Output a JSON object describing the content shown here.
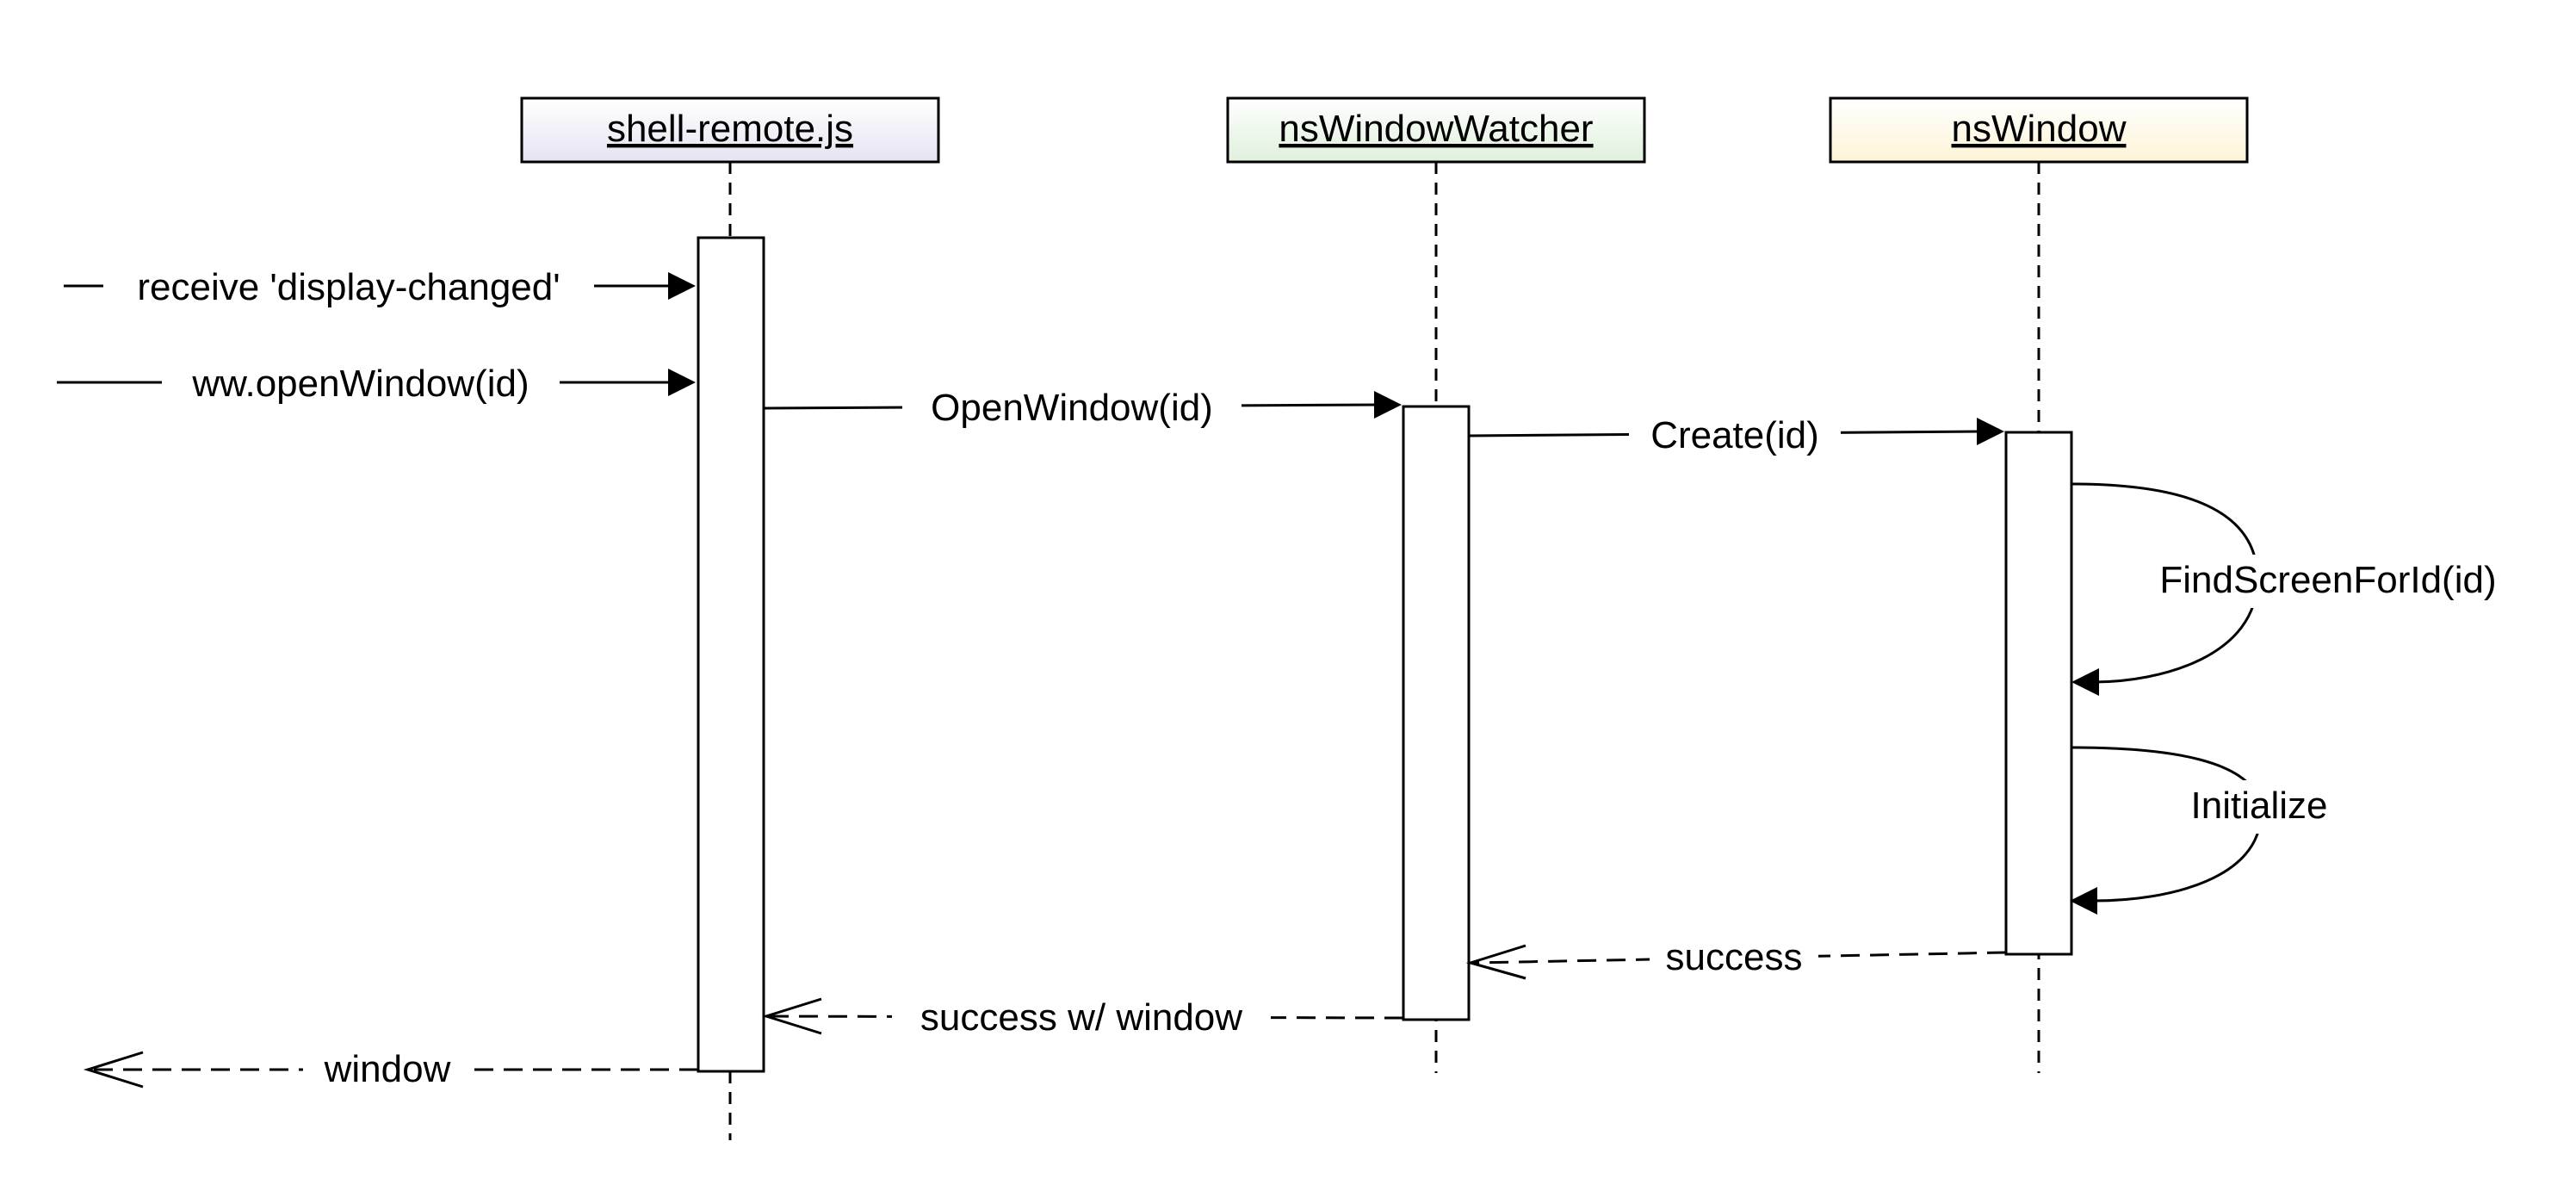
{
  "participants": {
    "shell": {
      "name": "shell-remote.js",
      "fill": "#e6e3f1"
    },
    "watcher": {
      "name": "nsWindowWatcher",
      "fill": "#dff0dc"
    },
    "window": {
      "name": "nsWindow",
      "fill": "#fdf4d6"
    }
  },
  "messages": {
    "display_changed": "receive 'display-changed'",
    "ww_open": "ww.openWindow(id)",
    "open_window": "OpenWindow(id)",
    "create": "Create(id)",
    "find_screen": "FindScreenForId(id)",
    "initialize": "Initialize",
    "success": "success",
    "success_window": "success w/ window",
    "window": "window"
  }
}
